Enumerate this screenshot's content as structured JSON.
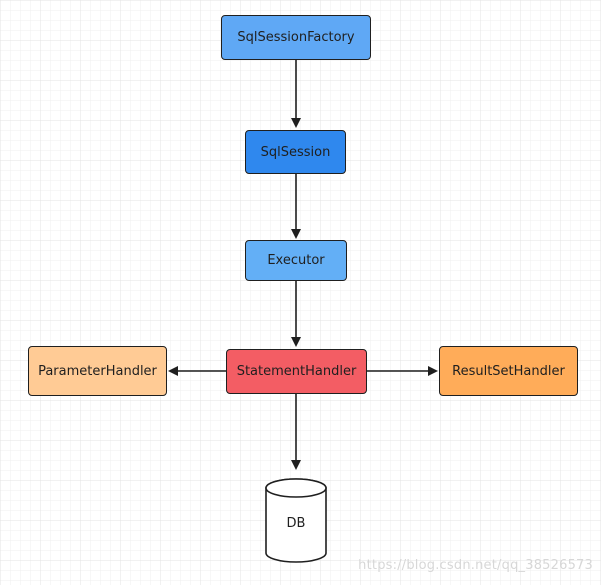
{
  "diagram": {
    "nodes": {
      "sql_session_factory": {
        "label": "SqlSessionFactory",
        "color": "#5fa8f5"
      },
      "sql_session": {
        "label": "SqlSession",
        "color": "#2f88ee"
      },
      "executor": {
        "label": "Executor",
        "color": "#63aff6"
      },
      "statement_handler": {
        "label": "StatementHandler",
        "color": "#f35d64"
      },
      "parameter_handler": {
        "label": "ParameterHandler",
        "color": "#ffcb95"
      },
      "result_set_handler": {
        "label": "ResultSetHandler",
        "color": "#ffac59"
      },
      "db": {
        "label": "DB"
      }
    },
    "edges": [
      {
        "from": "SqlSessionFactory",
        "to": "SqlSession"
      },
      {
        "from": "SqlSession",
        "to": "Executor"
      },
      {
        "from": "Executor",
        "to": "StatementHandler"
      },
      {
        "from": "StatementHandler",
        "to": "ParameterHandler"
      },
      {
        "from": "StatementHandler",
        "to": "ResultSetHandler"
      },
      {
        "from": "StatementHandler",
        "to": "DB"
      }
    ]
  },
  "watermark": "https://blog.csdn.net/qq_38526573",
  "colors": {
    "grid": "#e9e9e9",
    "stroke": "#1f1f1f",
    "background": "#ffffff"
  }
}
